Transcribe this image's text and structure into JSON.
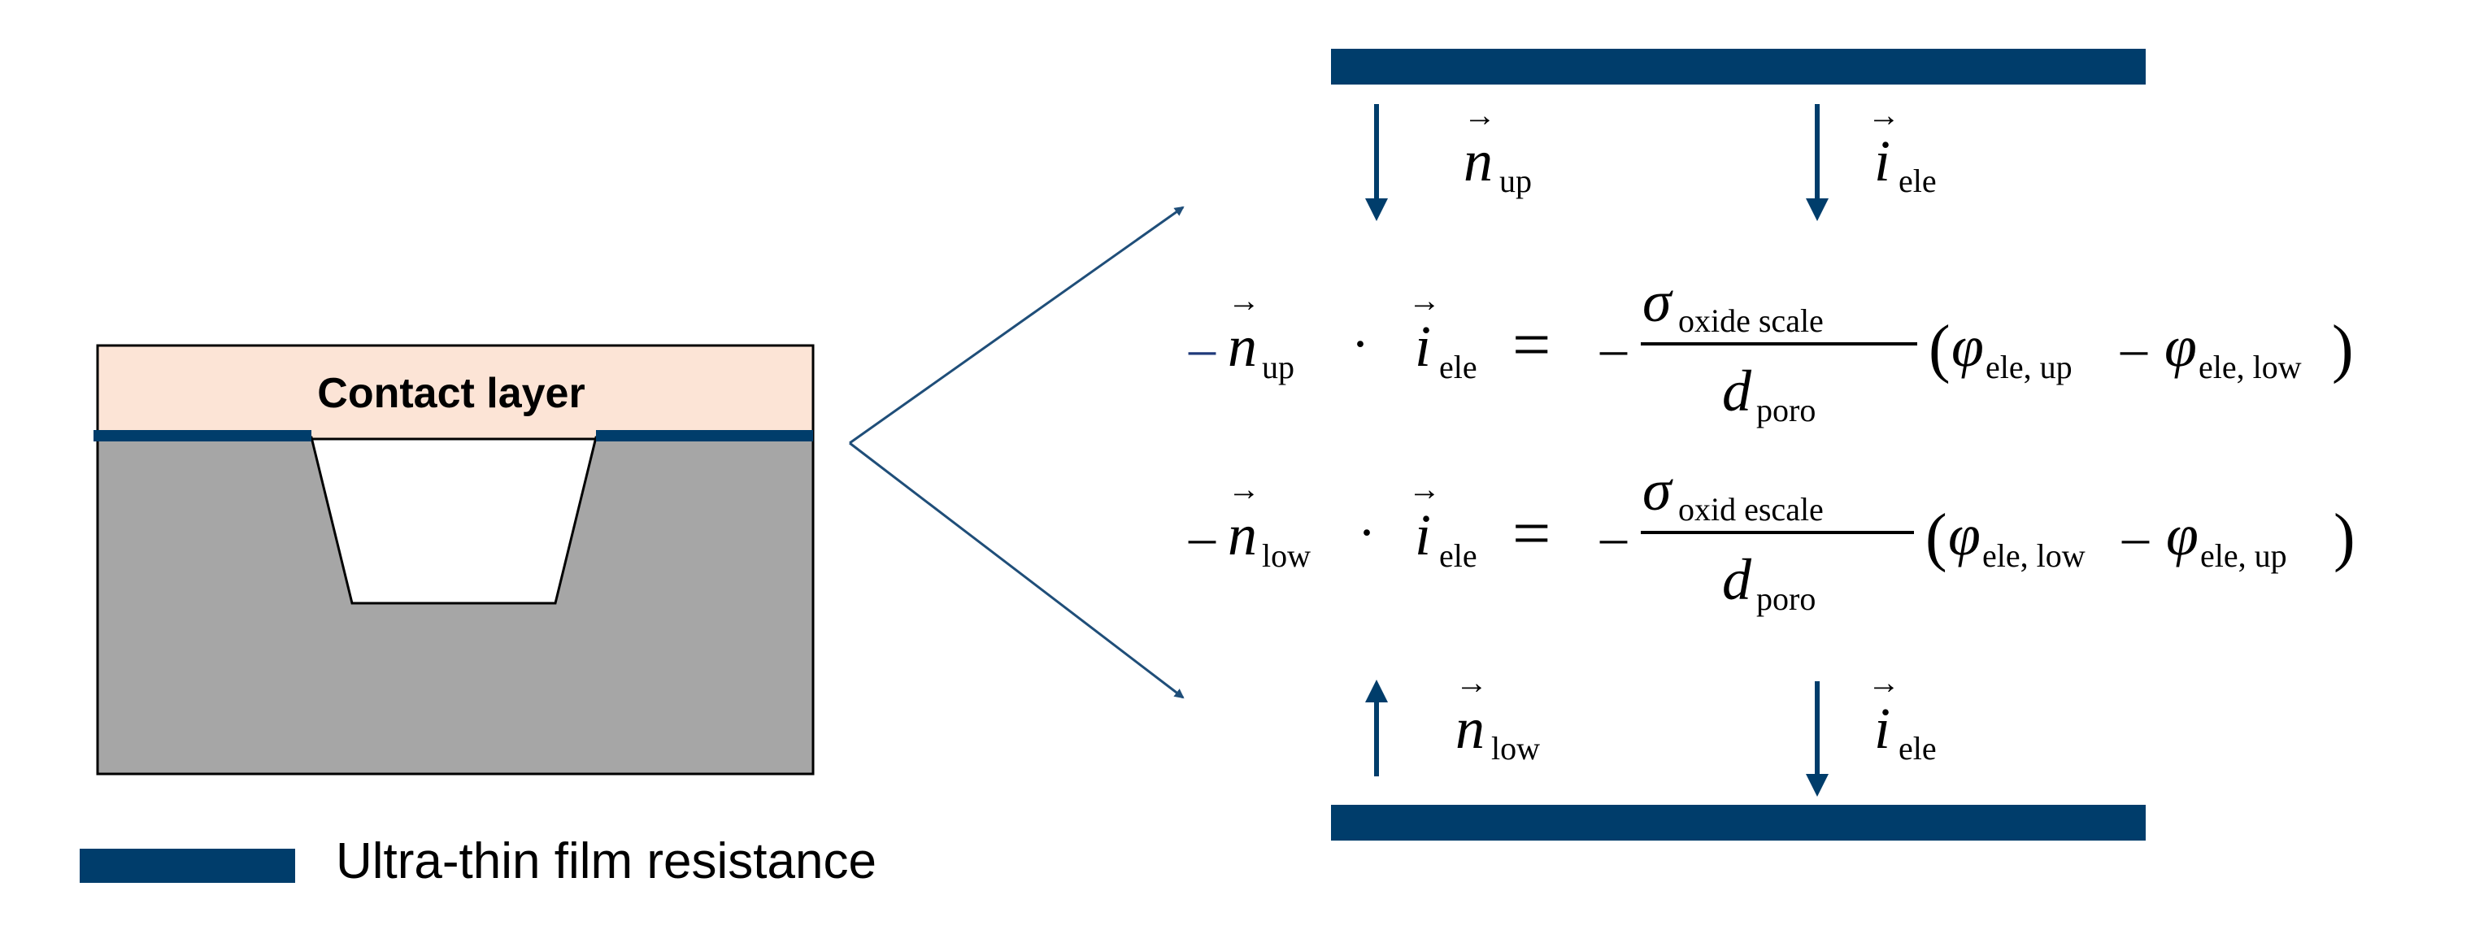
{
  "colors": {
    "film": "#003d6b",
    "contact_layer": "#fce4d6",
    "substrate": "#a6a6a6",
    "outline": "#000000",
    "arrow": "#003d6b",
    "connector": "#1f4e79"
  },
  "left": {
    "contact_layer_label": "Contact layer"
  },
  "legend": {
    "label": "Ultra-thin film resistance"
  },
  "vectors": {
    "n_up": {
      "base": "n",
      "sub": "up"
    },
    "i_ele_top": {
      "base": "i",
      "sub": "ele"
    },
    "n_low": {
      "base": "n",
      "sub": "low"
    },
    "i_ele_bottom": {
      "base": "i",
      "sub": "ele"
    }
  },
  "equations": [
    {
      "lhs_sign": "–",
      "lhs_n_sub": "up",
      "dot": "·",
      "lhs_i_sub": "ele",
      "equals": "=",
      "rhs_sign": "–",
      "sigma": "σ",
      "sigma_sub": "oxide scale",
      "d": "d",
      "d_sub": "poro",
      "open_paren": "(",
      "phi1": "φ",
      "phi1_sub": "ele, up",
      "minus": "–",
      "phi2": "φ",
      "phi2_sub": "ele, low",
      "close_paren": ")"
    },
    {
      "lhs_sign": "–",
      "lhs_n_sub": "low",
      "dot": "·",
      "lhs_i_sub": "ele",
      "equals": "=",
      "rhs_sign": "–",
      "sigma": "σ",
      "sigma_sub": "oxid escale",
      "d": "d",
      "d_sub": "poro",
      "open_paren": "(",
      "phi1": "φ",
      "phi1_sub": "ele, low",
      "minus": "–",
      "phi2": "φ",
      "phi2_sub": "ele, up",
      "close_paren": ")"
    }
  ]
}
